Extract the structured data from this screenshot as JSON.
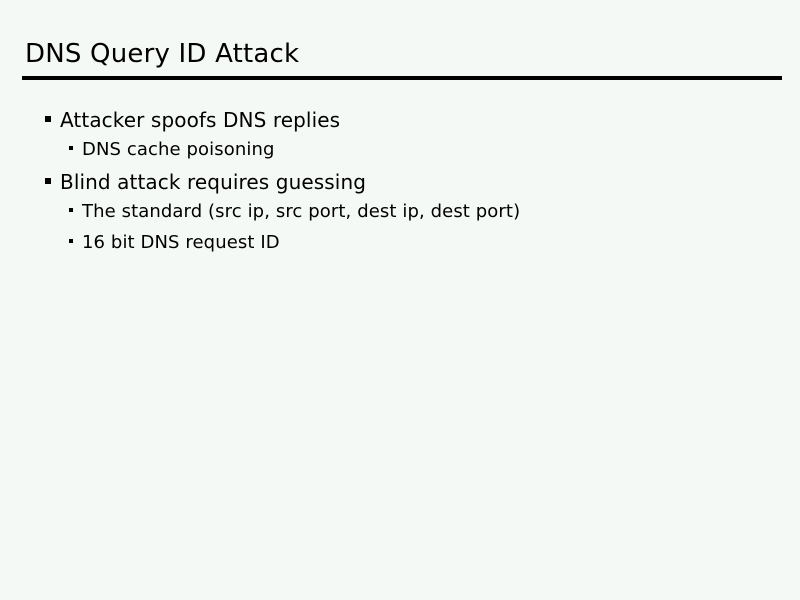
{
  "slide": {
    "title": "DNS Query ID Attack",
    "background_color": "#f4f9f5",
    "text_color": "#000000",
    "rule_color": "#000000",
    "bullets": [
      {
        "level": 1,
        "text": "Attacker spoofs DNS replies"
      },
      {
        "level": 2,
        "text": "DNS cache poisoning"
      },
      {
        "level": 1,
        "text": "Blind attack requires guessing"
      },
      {
        "level": 2,
        "text": "The standard (src ip, src port, dest ip, dest port)"
      },
      {
        "level": 2,
        "text": "16 bit DNS request ID"
      }
    ]
  }
}
